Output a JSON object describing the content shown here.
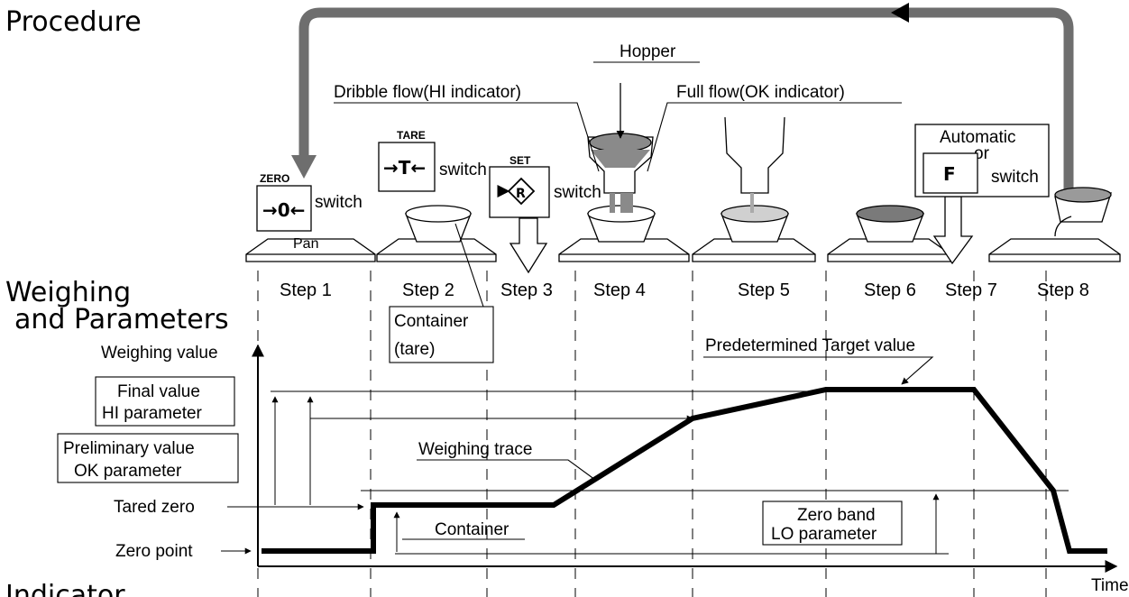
{
  "headings": {
    "procedure": "Procedure",
    "weighing_1": "Weighing",
    "weighing_2": "and Parameters",
    "indicator": "Indicator"
  },
  "steps": [
    "Step 1",
    "Step 2",
    "Step 3",
    "Step 4",
    "Step 5",
    "Step 6",
    "Step 7",
    "Step 8"
  ],
  "buttons": {
    "zero": {
      "top": "ZERO",
      "glyph": "→0←",
      "suffix": "switch"
    },
    "tare": {
      "top": "TARE",
      "glyph": "→T←",
      "suffix": "switch"
    },
    "set": {
      "top": "SET",
      "glyph": "R",
      "suffix": "switch"
    },
    "f": {
      "glyph": "F",
      "suffix": "switch"
    }
  },
  "procedure_labels": {
    "pan": "Pan",
    "hopper": "Hopper",
    "dribble": "Dribble flow(HI indicator)",
    "full": "Full flow(OK indicator)",
    "automatic_1": "Automatic",
    "automatic_2": "or",
    "container_1": "Container",
    "container_2": "(tare)"
  },
  "graph_labels": {
    "weighing_value": "Weighing value",
    "final_1": "Final value",
    "final_2": "HI parameter",
    "prelim_1": "Preliminary value",
    "prelim_2": "OK parameter",
    "tared_zero": "Tared zero",
    "zero_point": "Zero point",
    "weighing_trace": "Weighing trace",
    "container": "Container",
    "target": "Predetermined Target value",
    "zero_band_1": "Zero band",
    "zero_band_2": "LO parameter",
    "time": "Time"
  },
  "colors": {
    "ink": "#000000",
    "hopper_fill": "#8a8a8a",
    "return_arrow": "#6e6e6e"
  }
}
